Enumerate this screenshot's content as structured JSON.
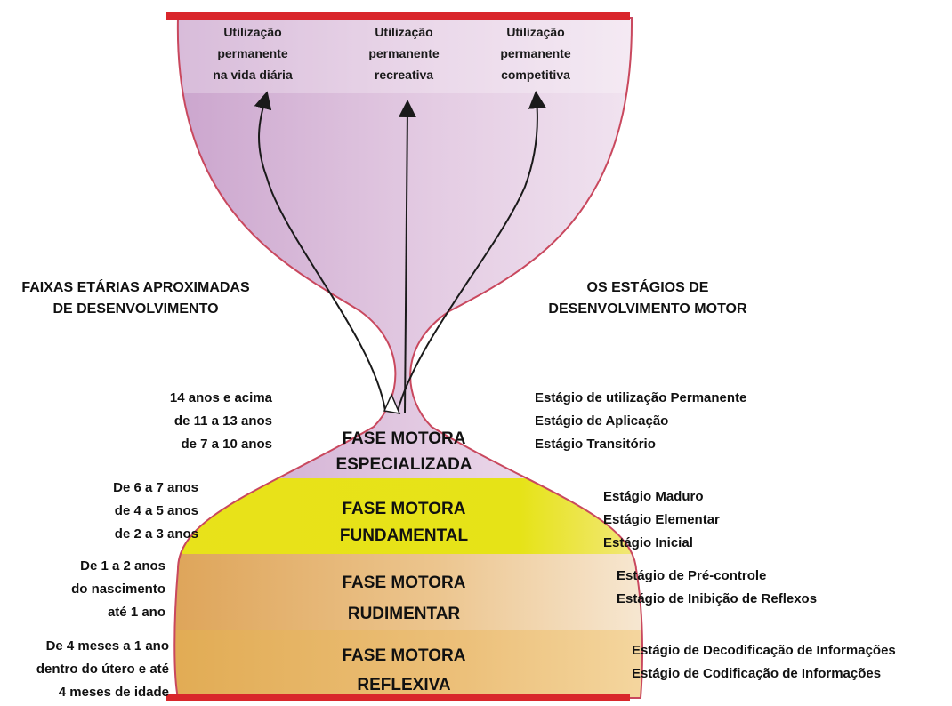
{
  "colors": {
    "red_bar": "#d9262b",
    "outline": "#c9485e",
    "purple_dark": "#c79fca",
    "purple_light": "#f4e9f3",
    "yellow": "#e6e317",
    "yellow_light": "#f7e9a3",
    "orange": "#e2a648",
    "orange_light": "#f9eedf",
    "peach": "#e4b25a",
    "peach_light": "#f6dba7",
    "arrow": "#1a1a1a"
  },
  "top_labels": [
    [
      "Utilização",
      "permanente",
      "na vida diária"
    ],
    [
      "Utilização",
      "permanente",
      "recreativa"
    ],
    [
      "Utilização",
      "permanente",
      "competitiva"
    ]
  ],
  "left_heading": [
    "FAIXAS ETÁRIAS APROXIMADAS",
    "DE DESENVOLVIMENTO"
  ],
  "right_heading": [
    "OS ESTÁGIOS DE",
    "DESENVOLVIMENTO MOTOR"
  ],
  "phases": [
    {
      "name": [
        "FASE MOTORA",
        "ESPECIALIZADA"
      ],
      "ages": [
        "14 anos e acima",
        "de 11 a 13 anos",
        "de 7 a 10 anos"
      ],
      "stages": [
        "Estágio de utilização Permanente",
        "Estágio de Aplicação",
        "Estágio Transitório"
      ]
    },
    {
      "name": [
        "FASE MOTORA",
        "FUNDAMENTAL"
      ],
      "ages": [
        "De 6 a 7 anos",
        "de 4 a 5 anos",
        "de 2 a 3 anos"
      ],
      "stages": [
        "Estágio Maduro",
        "Estágio Elementar",
        "Estágio Inicial"
      ]
    },
    {
      "name": [
        "FASE MOTORA",
        "RUDIMENTAR"
      ],
      "ages": [
        "De 1 a 2 anos",
        "do nascimento",
        "até 1 ano"
      ],
      "stages": [
        "Estágio de Pré-controle",
        "Estágio de Inibição de Reflexos"
      ]
    },
    {
      "name": [
        "FASE MOTORA",
        "REFLEXIVA"
      ],
      "ages": [
        "De 4 meses a 1 ano",
        "dentro do útero e até",
        "4 meses de idade"
      ],
      "stages": [
        "Estágio de Decodificação de Informações",
        "Estágio de Codificação de Informações"
      ]
    }
  ]
}
